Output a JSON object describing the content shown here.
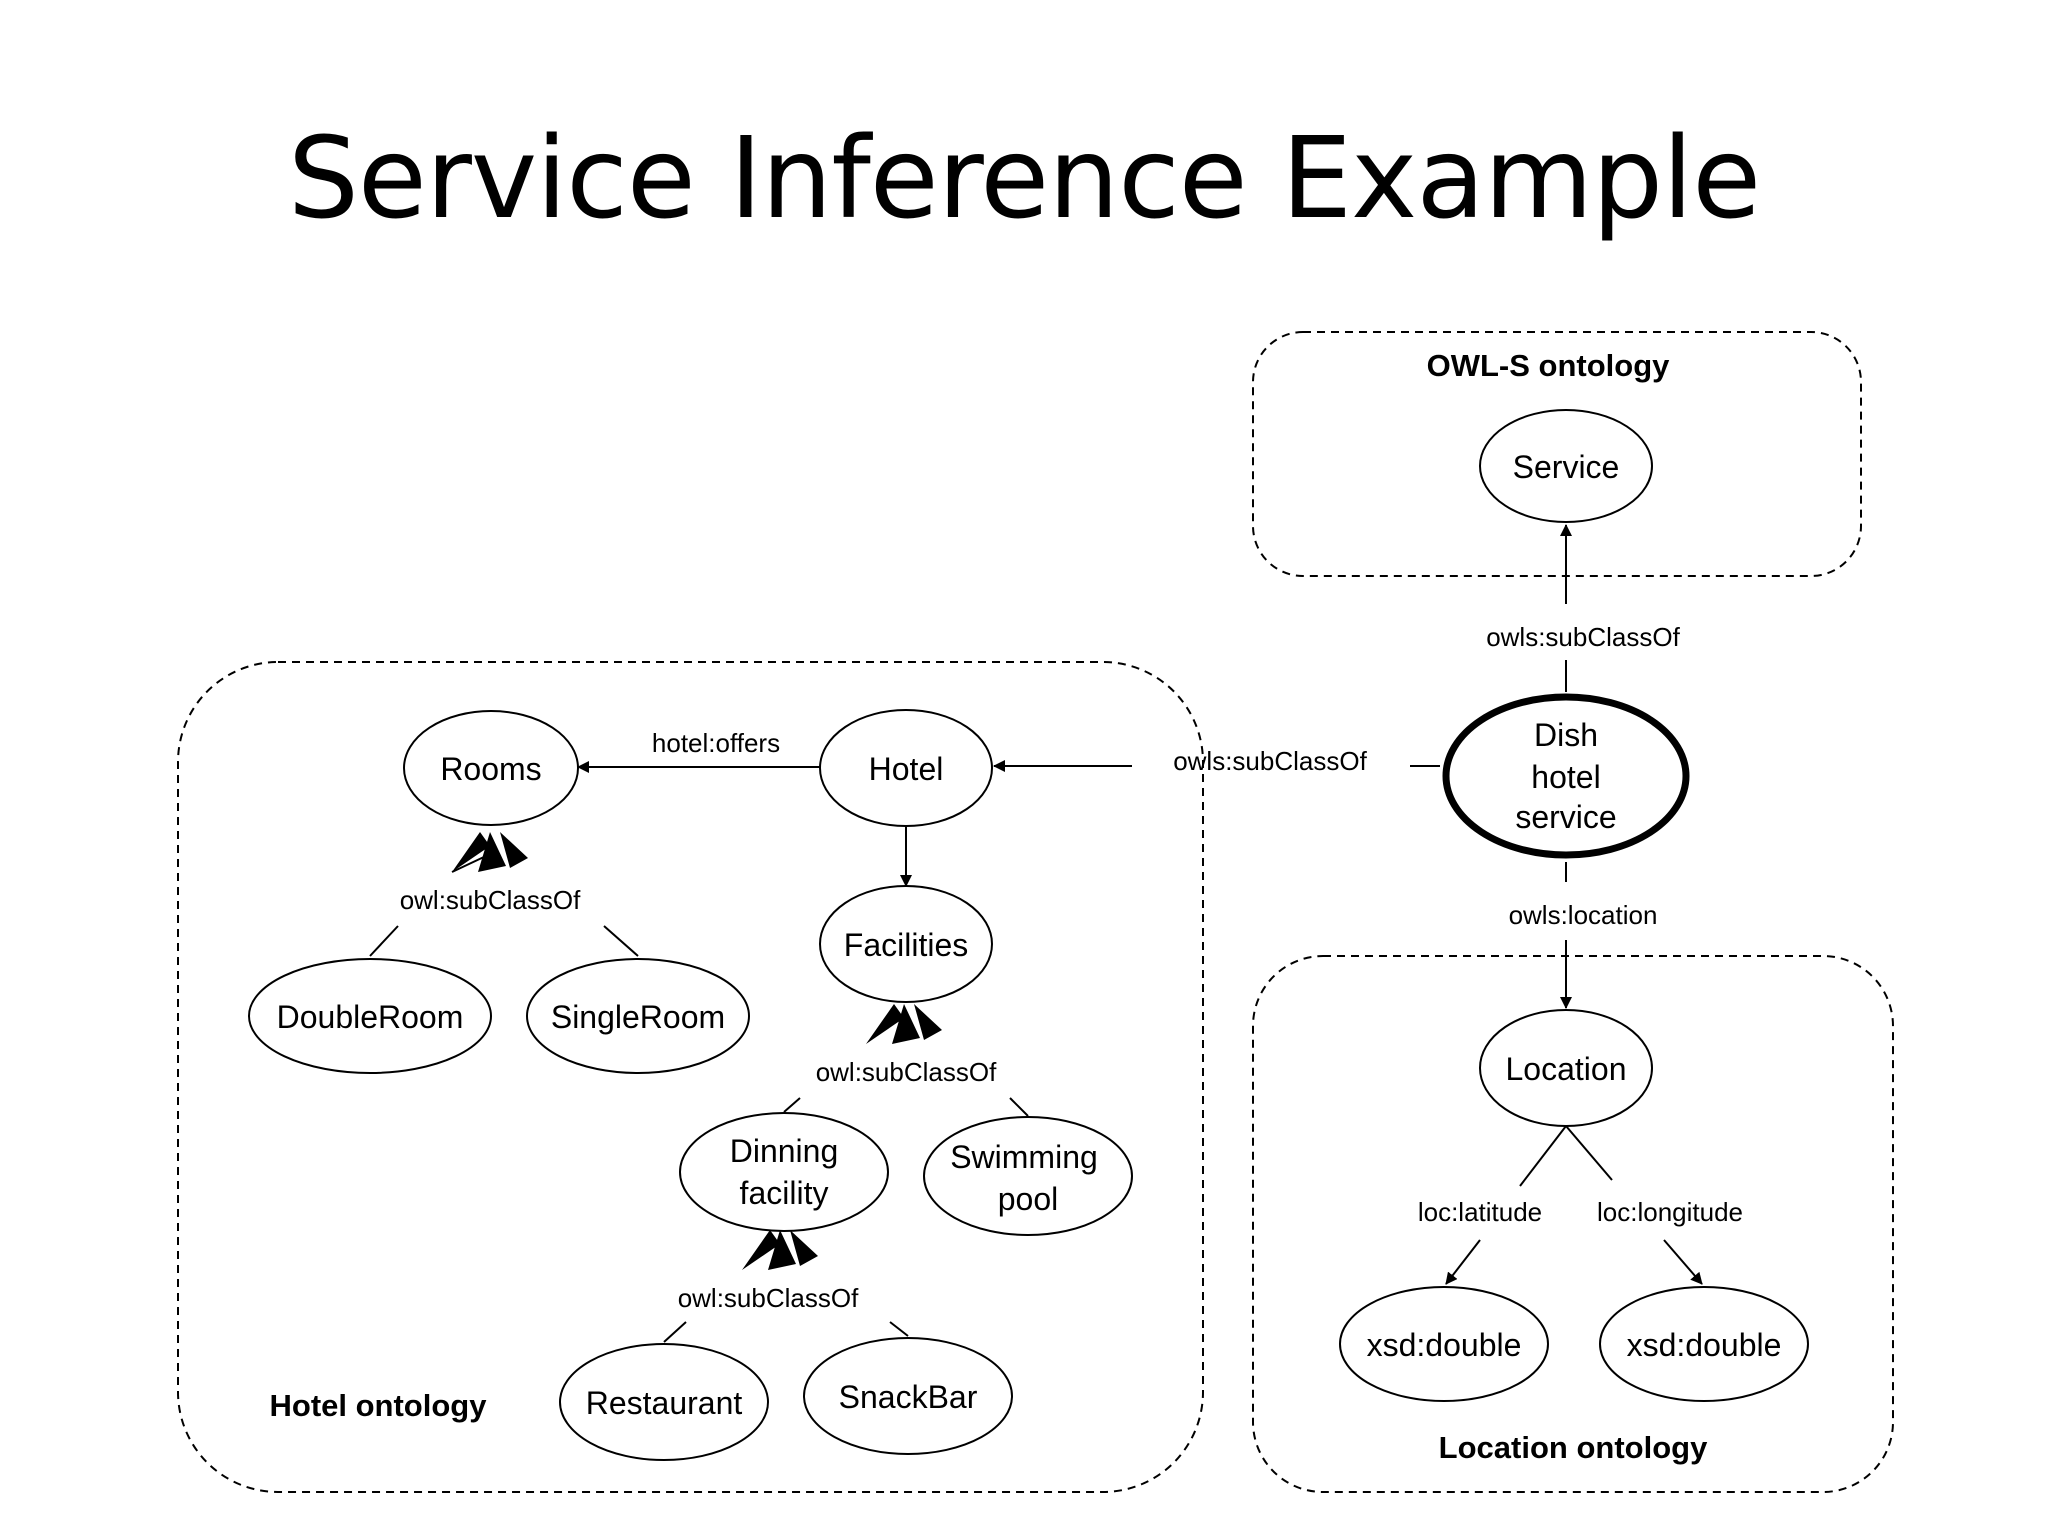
{
  "title": "Service Inference Example",
  "ontologies": {
    "owls": "OWL-S ontology",
    "hotel": "Hotel ontology",
    "location": "Location ontology"
  },
  "nodes": {
    "service": [
      "Service"
    ],
    "dish": [
      "Dish",
      "hotel",
      "service"
    ],
    "rooms": [
      "Rooms"
    ],
    "hotel": [
      "Hotel"
    ],
    "facilities": [
      "Facilities"
    ],
    "double_room": [
      "DoubleRoom"
    ],
    "single_room": [
      "SingleRoom"
    ],
    "dinning": [
      "Dinning",
      "facility"
    ],
    "swimming": [
      "Swimming",
      "pool"
    ],
    "restaurant": [
      "Restaurant"
    ],
    "snackbar": [
      "SnackBar"
    ],
    "location": [
      "Location"
    ],
    "xsd_lat": [
      "xsd:double"
    ],
    "xsd_lon": [
      "xsd:double"
    ]
  },
  "edges": {
    "dish_service": "owls:subClassOf",
    "dish_hotel": "owls:subClassOf",
    "dish_location": "owls:location",
    "hotel_rooms": "hotel:offers",
    "rooms_sub": "owl:subClassOf",
    "facilities_sub": "owl:subClassOf",
    "dinning_sub": "owl:subClassOf",
    "latitude": "loc:latitude",
    "longitude": "loc:longitude"
  }
}
